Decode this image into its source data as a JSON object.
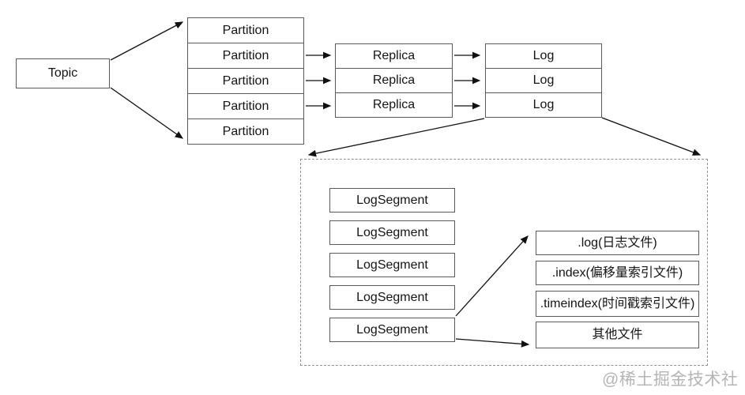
{
  "diagram": {
    "topic": "Topic",
    "partitions": [
      "Partition",
      "Partition",
      "Partition",
      "Partition",
      "Partition"
    ],
    "replicas": [
      "Replica",
      "Replica",
      "Replica"
    ],
    "logs": [
      "Log",
      "Log",
      "Log"
    ],
    "log_segments": [
      "LogSegment",
      "LogSegment",
      "LogSegment",
      "LogSegment",
      "LogSegment"
    ],
    "segment_files": [
      ".log(日志文件)",
      ".index(偏移量索引文件)",
      ".timeindex(时间戳索引文件)",
      "其他文件"
    ],
    "watermark": "@稀土掘金技术社区",
    "colors": {
      "box_border": "#5a5a5a",
      "dashed_border": "#8f8f8f",
      "arrow": "#111111",
      "text": "#141414",
      "watermark": "#b5b5b5",
      "background": "#ffffff"
    }
  }
}
